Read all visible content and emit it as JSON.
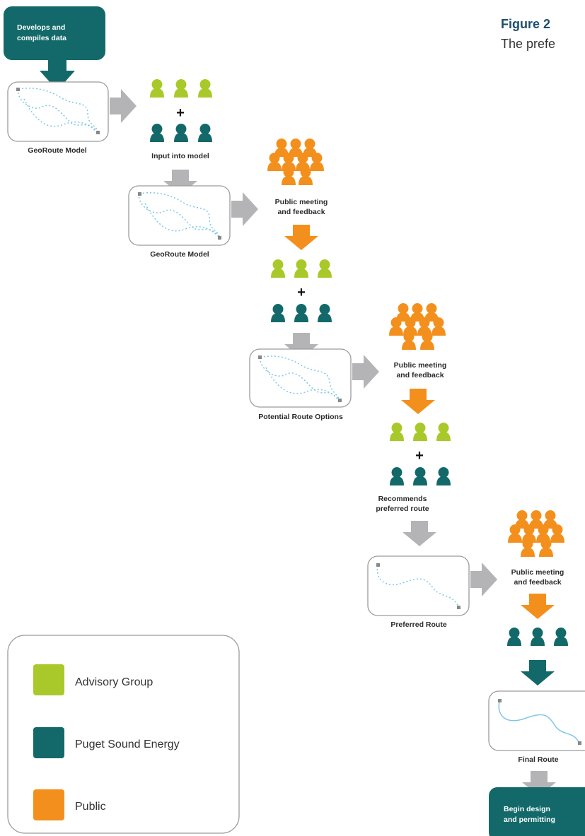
{
  "colors": {
    "advisory": "#a9c92a",
    "pse": "#13696a",
    "public": "#f3901d",
    "gray_arrow": "#b4b4b6",
    "title": "#1d4f6e"
  },
  "figure": {
    "title": "Figure 2",
    "subtitle": "The prefe"
  },
  "start_box": {
    "line1": "Develops and",
    "line2": "compiles data"
  },
  "labels": {
    "model1": "GeoRoute Model",
    "input": "Input into model",
    "public1_l1": "Public meeting",
    "public1_l2": "and feedback",
    "model2": "GeoRoute Model",
    "public2_l1": "Public meeting",
    "public2_l2": "and feedback",
    "potential": "Potential Route Options",
    "recommends_l1": "Recommends",
    "recommends_l2": "preferred route",
    "preferred": "Preferred Route",
    "public3_l1": "Public meeting",
    "public3_l2": "and feedback",
    "final": "Final Route"
  },
  "plus_sign": "+",
  "end_box": {
    "line1": "Begin design",
    "line2": "and permitting"
  },
  "legend": {
    "items": [
      {
        "label": "Advisory Group",
        "color": "#a9c92a"
      },
      {
        "label": "Puget Sound Energy",
        "color": "#13696a"
      },
      {
        "label": "Public",
        "color": "#f3901d"
      }
    ]
  }
}
